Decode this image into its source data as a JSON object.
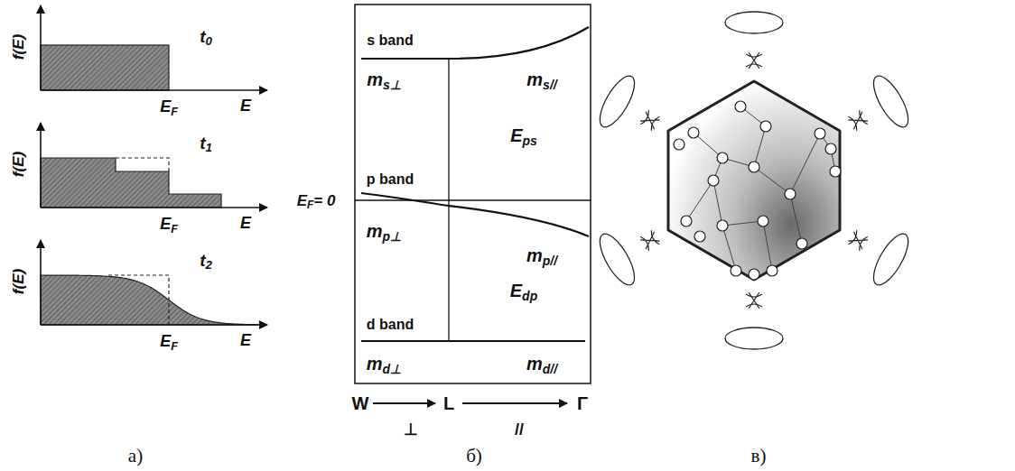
{
  "diagram": {
    "labels": [
      "f(E)",
      "t0",
      "E",
      "EF",
      "f(E)",
      "t1",
      "E",
      "EF",
      "f(E)",
      "t2",
      "E",
      "EF",
      "а)",
      "s band",
      "ms⊥",
      "ms//",
      "Eps",
      "p band",
      "EF= 0",
      "mp⊥",
      "mp//",
      "Edp",
      "d band",
      "md⊥",
      "md//",
      "W",
      "L",
      "Γ",
      "⊥",
      "//",
      "б)",
      "в)"
    ]
  }
}
